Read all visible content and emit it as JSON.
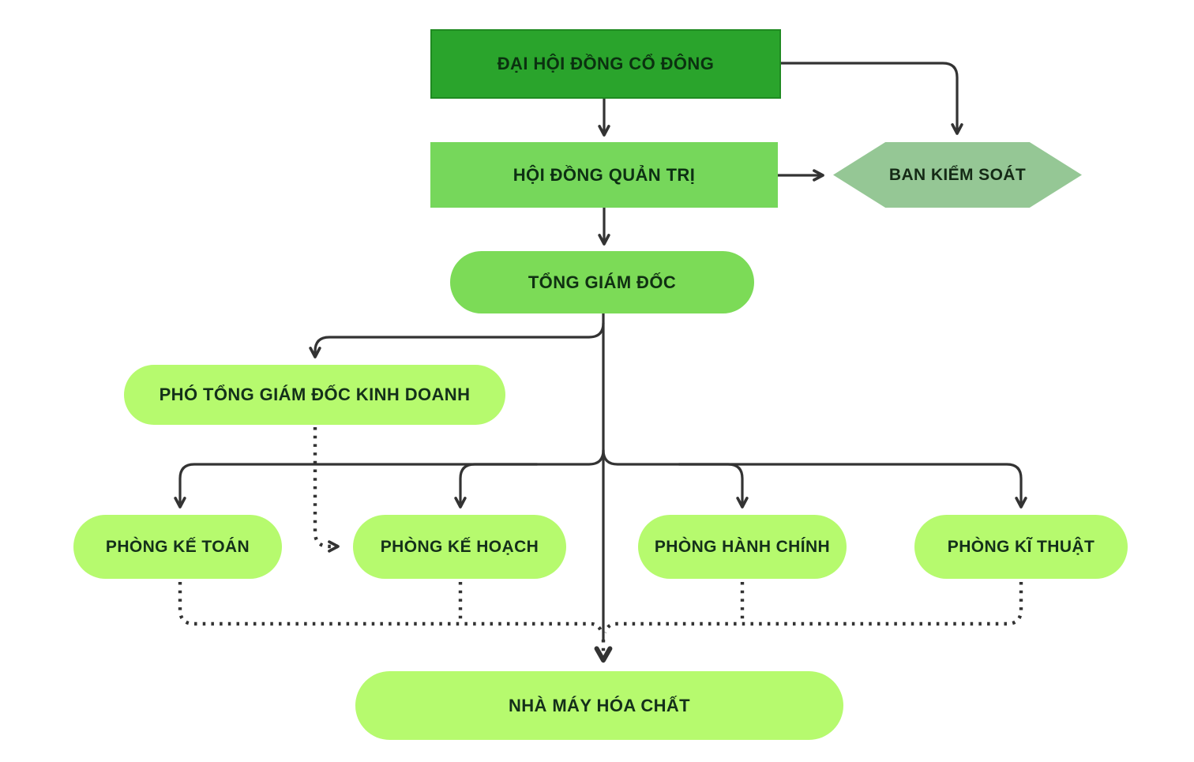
{
  "diagram": {
    "type": "org-chart",
    "background_color": "#ffffff",
    "connector_color": "#333333",
    "nodes": {
      "shareholders": {
        "label": "ĐẠI HỘI ĐỒNG CỔ ĐÔNG",
        "shape": "rectangle",
        "fill": "#2aa42c",
        "text_color": "#0b3110"
      },
      "board": {
        "label": "HỘI ĐỒNG QUẢN TRỊ",
        "shape": "rectangle",
        "fill": "#76d75b",
        "text_color": "#0d3013"
      },
      "supervisory": {
        "label": "BAN KIỂM SOÁT",
        "shape": "hexagon",
        "fill": "#95c795",
        "text_color": "#152a16"
      },
      "ceo": {
        "label": "TỔNG GIÁM ĐỐC",
        "shape": "pill",
        "fill": "#7cdb57",
        "text_color": "#103012"
      },
      "deputy": {
        "label": "PHÓ TỔNG GIÁM ĐỐC KINH DOANH",
        "shape": "pill",
        "fill": "#b6fa6e",
        "text_color": "#14301a"
      },
      "accounting": {
        "label": "PHÒNG KẾ TOÁN",
        "shape": "pill",
        "fill": "#b6fa6e",
        "text_color": "#14301a"
      },
      "planning": {
        "label": "PHÒNG KẾ HOẠCH",
        "shape": "pill",
        "fill": "#b6fa6e",
        "text_color": "#14301a"
      },
      "admin": {
        "label": "PHÒNG HÀNH CHÍNH",
        "shape": "pill",
        "fill": "#b6fa6e",
        "text_color": "#14301a"
      },
      "technical": {
        "label": "PHÒNG KĨ THUẬT",
        "shape": "pill",
        "fill": "#b6fa6e",
        "text_color": "#14301a"
      },
      "factory": {
        "label": "NHÀ MÁY HÓA CHẤT",
        "shape": "pill",
        "fill": "#b6fa6e",
        "text_color": "#14301a"
      }
    },
    "edges": [
      {
        "from": "shareholders",
        "to": "board",
        "style": "solid"
      },
      {
        "from": "shareholders",
        "to": "supervisory",
        "style": "solid"
      },
      {
        "from": "board",
        "to": "supervisory",
        "style": "solid"
      },
      {
        "from": "board",
        "to": "ceo",
        "style": "solid"
      },
      {
        "from": "ceo",
        "to": "deputy",
        "style": "solid"
      },
      {
        "from": "ceo",
        "to": "accounting",
        "style": "solid"
      },
      {
        "from": "ceo",
        "to": "planning",
        "style": "solid"
      },
      {
        "from": "ceo",
        "to": "admin",
        "style": "solid"
      },
      {
        "from": "ceo",
        "to": "technical",
        "style": "solid"
      },
      {
        "from": "ceo",
        "to": "factory",
        "style": "solid-then-dotted"
      },
      {
        "from": "deputy",
        "to": "planning",
        "style": "dotted"
      },
      {
        "from": "accounting",
        "to": "factory",
        "style": "dotted"
      },
      {
        "from": "planning",
        "to": "factory",
        "style": "dotted"
      },
      {
        "from": "admin",
        "to": "factory",
        "style": "dotted"
      },
      {
        "from": "technical",
        "to": "factory",
        "style": "dotted"
      }
    ]
  }
}
